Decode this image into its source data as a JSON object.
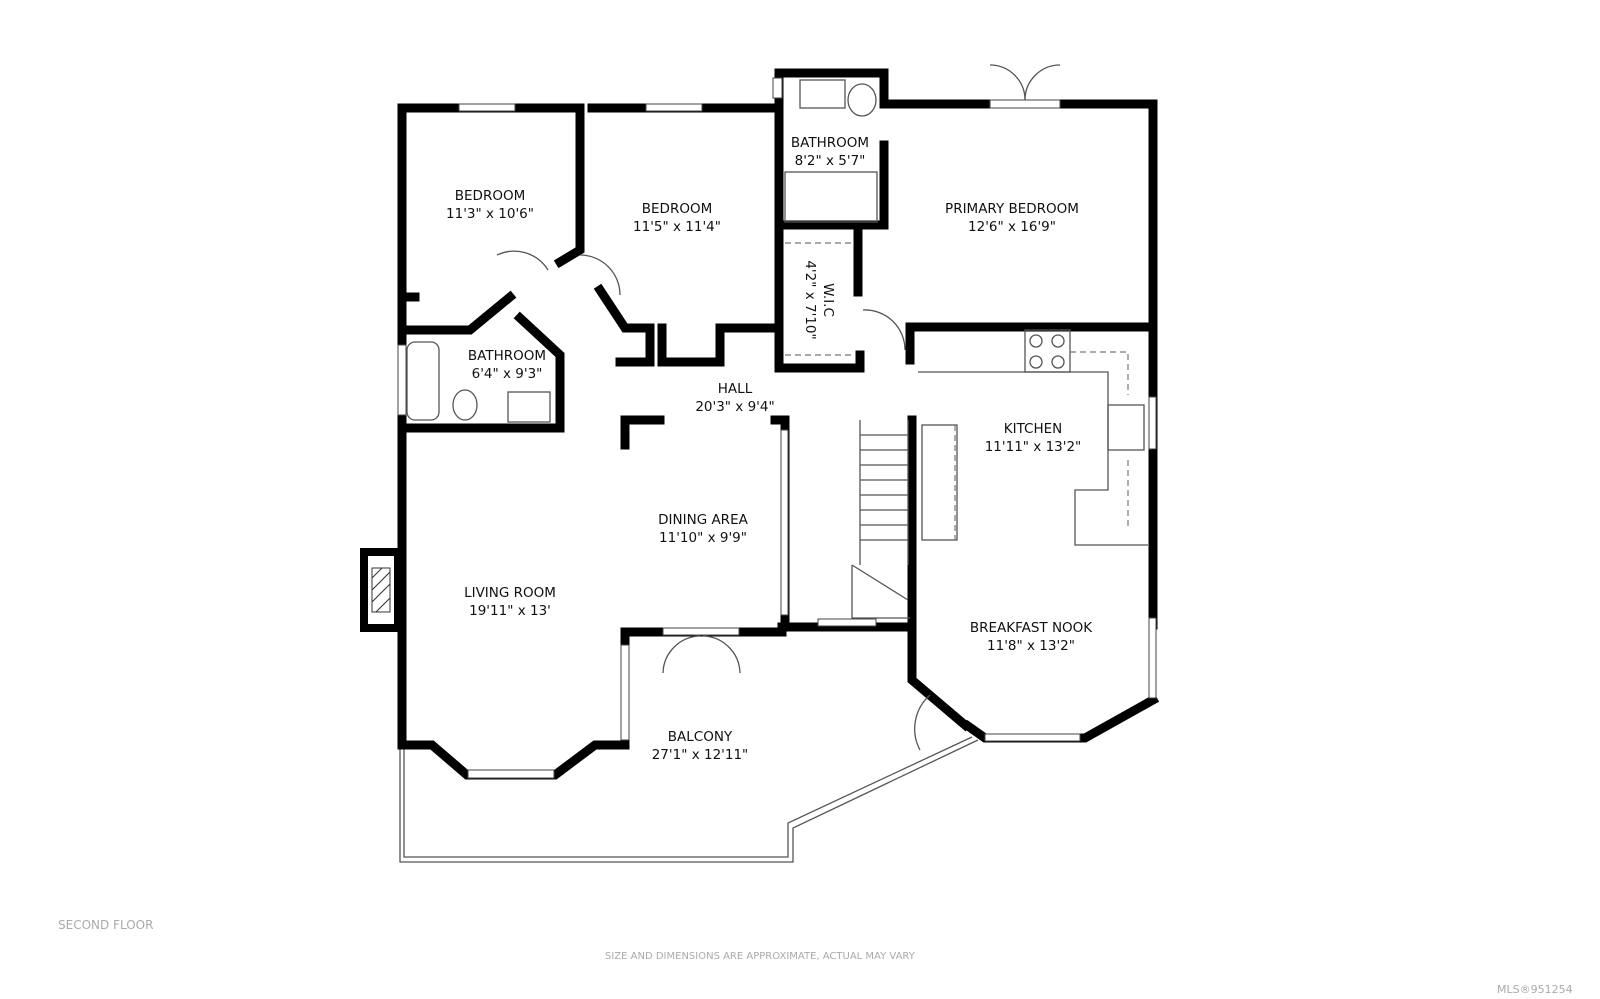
{
  "rooms": [
    {
      "name": "BEDROOM",
      "size": "11'3\" x 10'6\""
    },
    {
      "name": "BEDROOM",
      "size": "11'5\" x 11'4\""
    },
    {
      "name": "BATHROOM",
      "size": "8'2\" x 5'7\""
    },
    {
      "name": "PRIMARY BEDROOM",
      "size": "12'6\" x 16'9\""
    },
    {
      "name": "W.I.C",
      "size": "4'2\" x 7'10\""
    },
    {
      "name": "BATHROOM",
      "size": "6'4\" x 9'3\""
    },
    {
      "name": "HALL",
      "size": "20'3\" x 9'4\""
    },
    {
      "name": "KITCHEN",
      "size": "11'11\" x 13'2\""
    },
    {
      "name": "DINING AREA",
      "size": "11'10\" x 9'9\""
    },
    {
      "name": "LIVING ROOM",
      "size": "19'11\" x 13'"
    },
    {
      "name": "BREAKFAST NOOK",
      "size": "11'8\" x 13'2\""
    },
    {
      "name": "BALCONY",
      "size": "27'1\" x 12'11\""
    }
  ],
  "floor_label": "SECOND FLOOR",
  "disclaimer": "SIZE AND DIMENSIONS ARE APPROXIMATE, ACTUAL MAY VARY",
  "listing_id": "MLS®951254"
}
